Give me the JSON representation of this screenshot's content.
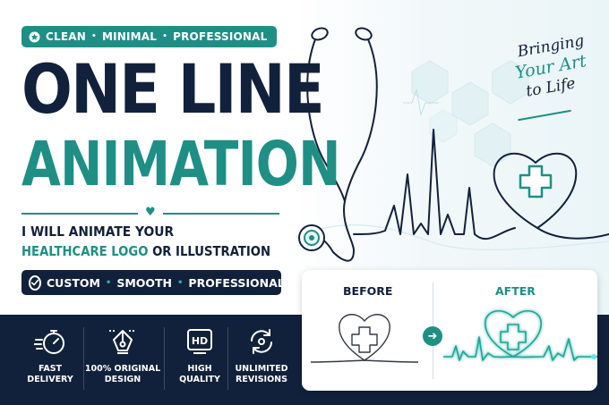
{
  "badge": {
    "items": [
      "CLEAN",
      "MINIMAL",
      "PROFESSIONAL"
    ],
    "separator": "•"
  },
  "headline": {
    "line1": "ONE LINE",
    "line2": "ANIMATION"
  },
  "subheading": {
    "line1": "I WILL ANIMATE YOUR",
    "highlight": "HEALTHCARE LOGO",
    "rest": "OR ILLUSTRATION"
  },
  "qualities": {
    "items": [
      "CUSTOM",
      "SMOOTH",
      "PROFESSIONAL"
    ],
    "separator": "•"
  },
  "tagline": {
    "line1": "Bringing",
    "line2": "Your Art",
    "line3": "to Life"
  },
  "comparison": {
    "before": "BEFORE",
    "after": "AFTER",
    "arrow_glyph": "➜"
  },
  "features": [
    {
      "icon": "stopwatch-icon",
      "line1": "FAST",
      "line2": "DELIVERY"
    },
    {
      "icon": "pen-nib-icon",
      "line1": "100% ORIGINAL",
      "line2": "DESIGN"
    },
    {
      "icon": "hd-icon",
      "line1": "HIGH",
      "line2": "QUALITY",
      "icon_text": "HD"
    },
    {
      "icon": "refresh-icon",
      "line1": "UNLIMITED",
      "line2": "REVISIONS"
    }
  ],
  "colors": {
    "navy": "#12213b",
    "teal": "#1f8f86",
    "teal_light": "#2fb3a7",
    "white": "#ffffff"
  }
}
